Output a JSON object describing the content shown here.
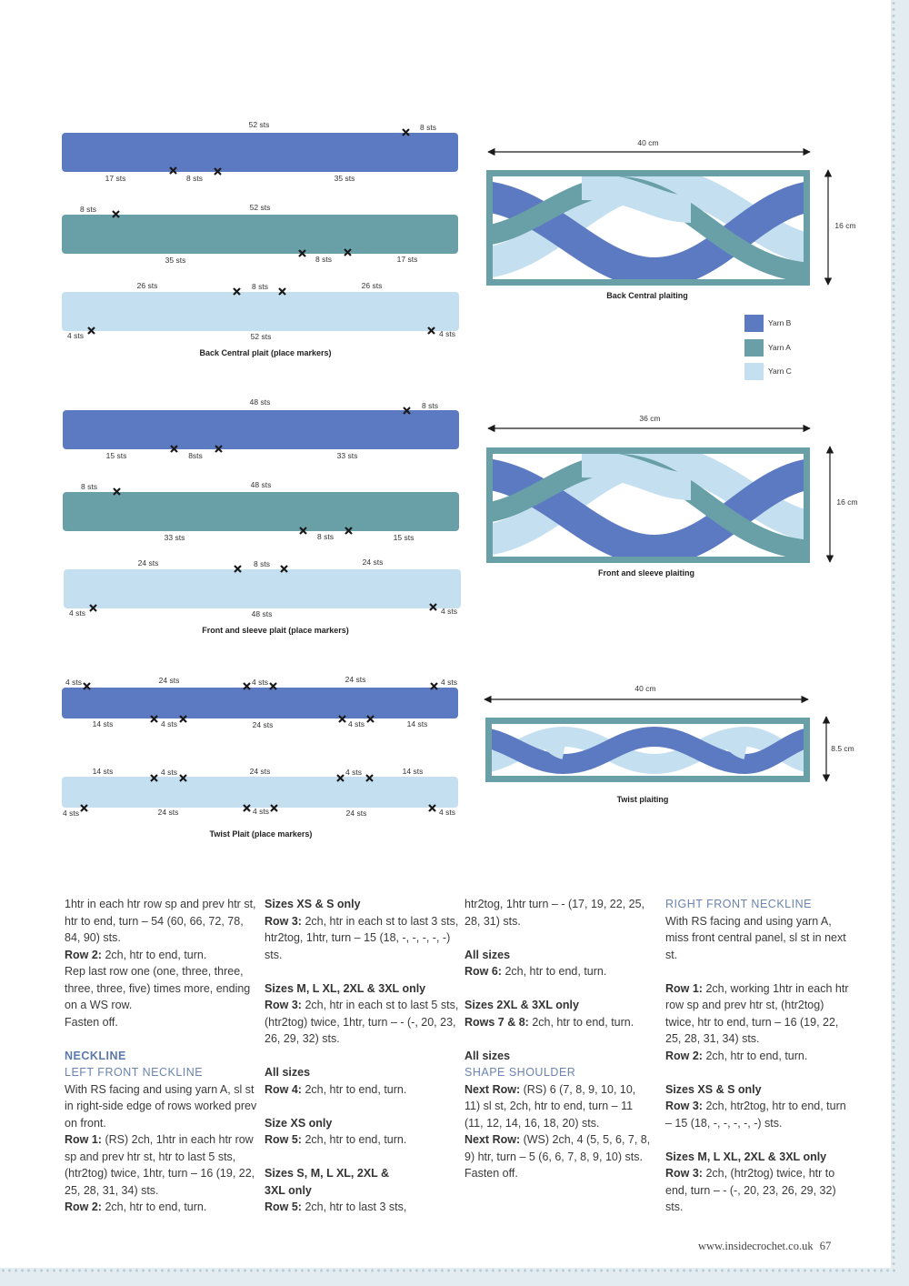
{
  "colors": {
    "yarn_b": "#5c7ac1",
    "yarn_a": "#69a0a8",
    "yarn_c": "#c4dff0",
    "heading": "#5b79ad",
    "marker": "#1a1a1a"
  },
  "diagrams": {
    "back": {
      "caption": "Back Central plait (place markers)",
      "bar1": {
        "top_total": "52 sts",
        "top_right": "8 sts",
        "bottom": [
          "17 sts",
          "8 sts",
          "35 sts"
        ]
      },
      "bar2": {
        "top_left": "8 sts",
        "top_total": "52 sts",
        "bottom": [
          "35 sts",
          "8 sts",
          "17 sts"
        ]
      },
      "bar3": {
        "top": [
          "26 sts",
          "8 sts",
          "26 sts"
        ],
        "bottom": [
          "4 sts",
          "52 sts",
          "4 sts"
        ]
      }
    },
    "front": {
      "caption": "Front and sleeve plait (place markers)",
      "bar1": {
        "top_total": "48 sts",
        "top_right": "8 sts",
        "bottom": [
          "15 sts",
          "8sts",
          "33 sts"
        ]
      },
      "bar2": {
        "top_left": "8 sts",
        "top_total": "48 sts",
        "bottom": [
          "33 sts",
          "8 sts",
          "15 sts"
        ]
      },
      "bar3": {
        "top": [
          "24 sts",
          "8 sts",
          "24 sts"
        ],
        "bottom": [
          "4 sts",
          "48 sts",
          "4 sts"
        ]
      }
    },
    "twist": {
      "caption": "Twist Plait (place markers)",
      "bar1": {
        "top": [
          "4 sts",
          "24 sts",
          "4 sts",
          "24 sts",
          "4 sts"
        ],
        "bottom": [
          "14 sts",
          "4 sts",
          "24 sts",
          "4 sts",
          "14 sts"
        ]
      },
      "bar2": {
        "top": [
          "14 sts",
          "4 sts",
          "24 sts",
          "4 sts",
          "14 sts"
        ],
        "bottom": [
          "4 sts",
          "24 sts",
          "4 sts",
          "24 sts",
          "4 sts"
        ]
      }
    },
    "plait_back": {
      "width": "40 cm",
      "height": "16 cm",
      "caption": "Back Central plaiting"
    },
    "plait_front": {
      "width": "36 cm",
      "height": "16 cm",
      "caption": "Front and sleeve plaiting"
    },
    "plait_twist": {
      "width": "40 cm",
      "height": "8.5 cm",
      "caption": "Twist plaiting"
    },
    "legend": [
      "Yarn B",
      "Yarn A",
      "Yarn C"
    ]
  },
  "text": {
    "c1": {
      "l1": "1htr in each htr row sp and prev htr st, htr to end, turn – 54 (60, 66, 72, 78, 84, 90) sts.",
      "row2_label": "Row 2:",
      "row2": " 2ch, htr to end, turn.",
      "l2": "Rep last row one (one, three, three, three, three, five) times more, ending on a WS row.",
      "l3": "Fasten off.",
      "neckline": "NECKLINE",
      "lfn": "LEFT FRONT NECKLINE",
      "l4": "With RS facing and using yarn A, sl st in right-side edge of rows worked prev on front.",
      "row1_label": "Row 1:",
      "row1": " (RS) 2ch, 1htr in each htr row sp and prev htr st, htr to last 5 sts, (htr2tog) twice, 1htr, turn – 16 (19, 22, 25, 28, 31, 34) sts.",
      "row2b_label": "Row 2:",
      "row2b": " 2ch, htr to end, turn."
    },
    "c2": {
      "h1": "Sizes XS & S only",
      "r3a_label": "Row 3:",
      "r3a": " 2ch, htr in each st to last 3 sts, htr2tog, 1htr, turn – 15 (18, -, -, -, -, -) sts.",
      "h2": "Sizes M, L XL, 2XL & 3XL only",
      "r3b_label": "Row 3:",
      "r3b": " 2ch, htr in each st to last 5 sts, (htr2tog) twice, 1htr, turn – - (-, 20, 23, 26, 29, 32) sts.",
      "h3": "All sizes",
      "r4_label": "Row 4:",
      "r4": " 2ch, htr to end, turn.",
      "h4": "Size XS only",
      "r5a_label": "Row 5:",
      "r5a": " 2ch, htr to end, turn.",
      "h5": "Sizes S, M, L XL, 2XL & 3XL only",
      "r5b_label": "Row 5:",
      "r5b": " 2ch, htr to last 3 sts,"
    },
    "c3": {
      "l1": "htr2tog, 1htr turn – - (17, 19, 22, 25, 28, 31) sts.",
      "h1": "All sizes",
      "r6_label": "Row 6:",
      "r6": " 2ch, htr to end, turn.",
      "h2": "Sizes 2XL & 3XL only",
      "r78_label": "Rows 7 & 8:",
      "r78": " 2ch, htr to end, turn.",
      "h3": "All sizes",
      "shape": "SHAPE SHOULDER",
      "nr1_label": "Next Row:",
      "nr1": " (RS) 6 (7, 8, 9, 10, 10, 11) sl st, 2ch, htr to end, turn – 11 (11, 12, 14, 16, 18, 20) sts.",
      "nr2_label": "Next Row:",
      "nr2": " (WS) 2ch, 4 (5, 5, 6, 7, 8, 9) htr, turn – 5 (6, 6, 7, 8, 9, 10) sts.",
      "l2": "Fasten off."
    },
    "c4": {
      "rfn": "RIGHT FRONT NECKLINE",
      "l1": "With RS facing and using yarn A, miss front central panel, sl st in next st.",
      "r1_label": "Row 1:",
      "r1": " 2ch, working 1htr in each htr row sp and prev htr st, (htr2tog) twice, htr to end, turn – 16 (19, 22, 25, 28, 31, 34) sts.",
      "r2_label": "Row 2:",
      "r2": " 2ch, htr to end, turn.",
      "h1": "Sizes XS & S only",
      "r3a_label": "Row 3:",
      "r3a": " 2ch, htr2tog, htr to end, turn – 15 (18, -, -, -, -, -) sts.",
      "h2": "Sizes M, L XL, 2XL & 3XL only",
      "r3b_label": "Row 3:",
      "r3b": " 2ch, (htr2tog) twice, htr to end, turn – - (-, 20, 23, 26, 29, 32) sts."
    }
  },
  "footer": {
    "url": "www.insidecrochet.co.uk",
    "page": "67"
  }
}
